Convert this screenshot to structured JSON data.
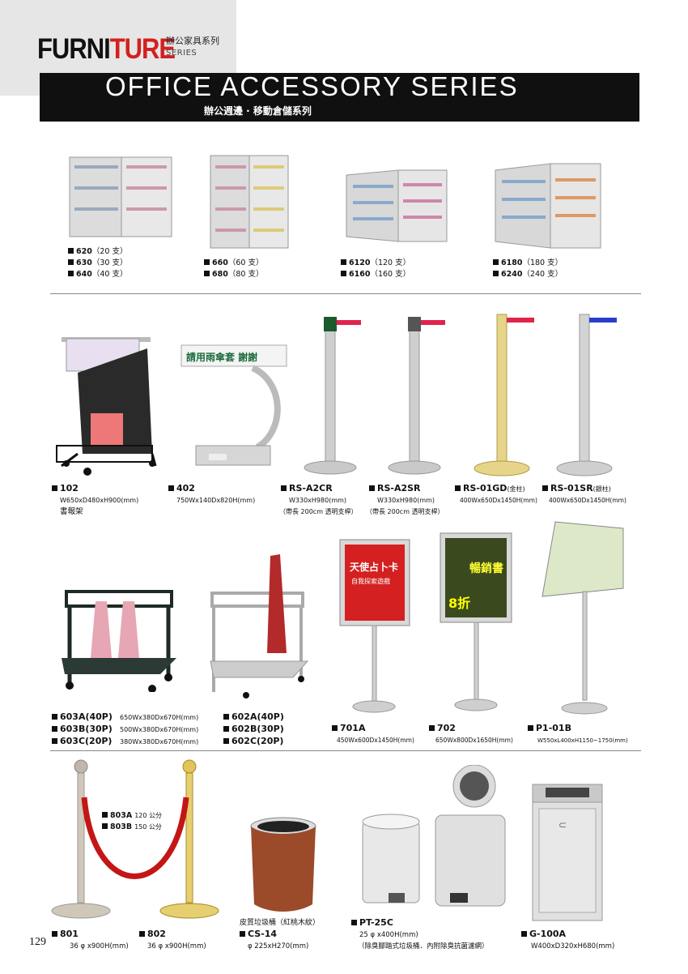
{
  "header": {
    "brand_part1": "FURNI",
    "brand_part2": "TURE",
    "brand_cn": "辦公家具系列",
    "brand_en": "SERIES",
    "title": "OFFICE ACCESSORY SERIES",
    "subtitle": "辦公週邊 · 移動倉儲系列"
  },
  "key_cabinets": [
    {
      "lines": [
        {
          "model": "620",
          "spec": "（20 支）"
        },
        {
          "model": "630",
          "spec": "（30 支）"
        },
        {
          "model": "640",
          "spec": "（40 支）"
        }
      ]
    },
    {
      "lines": [
        {
          "model": "660",
          "spec": "（60 支）"
        },
        {
          "model": "680",
          "spec": "（80 支）"
        }
      ]
    },
    {
      "lines": [
        {
          "model": "6120",
          "spec": "（120 支）"
        },
        {
          "model": "6160",
          "spec": "（160 支）"
        }
      ]
    },
    {
      "lines": [
        {
          "model": "6180",
          "spec": "（180 支）"
        },
        {
          "model": "6240",
          "spec": "（240 支）"
        }
      ]
    }
  ],
  "row2": [
    {
      "model": "102",
      "spec": "W650xD480xH900(mm)",
      "note": "書報架"
    },
    {
      "model": "402",
      "spec": "750Wx140Dx820H(mm)",
      "sign": "請用雨傘套 謝謝"
    },
    {
      "model": "RS-A2CR",
      "spec": "W330xH980(mm)",
      "note": "（帶長 200cm 透明支桿）"
    },
    {
      "model": "RS-A2SR",
      "spec": "W330xH980(mm)",
      "note": "（帶長 200cm 透明支桿）"
    },
    {
      "model": "RS-01GD",
      "tag": "(金柱)",
      "spec": "400Wx650Dx1450H(mm)"
    },
    {
      "model": "RS-01SR",
      "tag": "(銀柱)",
      "spec": "400Wx650Dx1450H(mm)"
    }
  ],
  "row3": {
    "rack603": [
      {
        "model": "603A(40P)",
        "spec": "650Wx380Dx670H(mm)"
      },
      {
        "model": "603B(30P)",
        "spec": "500Wx380Dx670H(mm)"
      },
      {
        "model": "603C(20P)",
        "spec": "380Wx380Dx670H(mm)"
      }
    ],
    "rack602": [
      {
        "model": "602A(40P)"
      },
      {
        "model": "602B(30P)"
      },
      {
        "model": "602C(20P)"
      }
    ],
    "signs": [
      {
        "model": "701A",
        "spec": "450Wx600Dx1450H(mm)",
        "poster_title": "天使占卜卡",
        "poster_sub": "自我探索遊戲"
      },
      {
        "model": "702",
        "spec": "650Wx800Dx1650H(mm)",
        "poster_title": "暢銷書",
        "poster_num": "8折"
      },
      {
        "model": "P1-01B",
        "spec": "W550xL400xH1150~1750(mm)"
      }
    ]
  },
  "row4": {
    "ropes": [
      {
        "model": "803A",
        "spec": "120 公分"
      },
      {
        "model": "803B",
        "spec": "150 公分"
      }
    ],
    "posts": [
      {
        "model": "801",
        "spec": "36 φ x900H(mm)"
      },
      {
        "model": "802",
        "spec": "36 φ x900H(mm)"
      }
    ],
    "cs14": {
      "note": "皮質垃圾桶（紅桃木紋）",
      "model": "CS-14",
      "spec": "φ 225xH270(mm)"
    },
    "pt25c": {
      "model": "PT-25C",
      "spec": "25 φ x400H(mm)",
      "note": "（除臭腳踏式垃圾桶．內附除臭抗菌濾網）"
    },
    "g100a": {
      "model": "G-100A",
      "spec": "W400xD320xH680(mm)"
    }
  },
  "page_number": "129",
  "colors": {
    "banner": "#101010",
    "brand_red": "#d42020",
    "corner_grey": "#e6e6e6"
  }
}
